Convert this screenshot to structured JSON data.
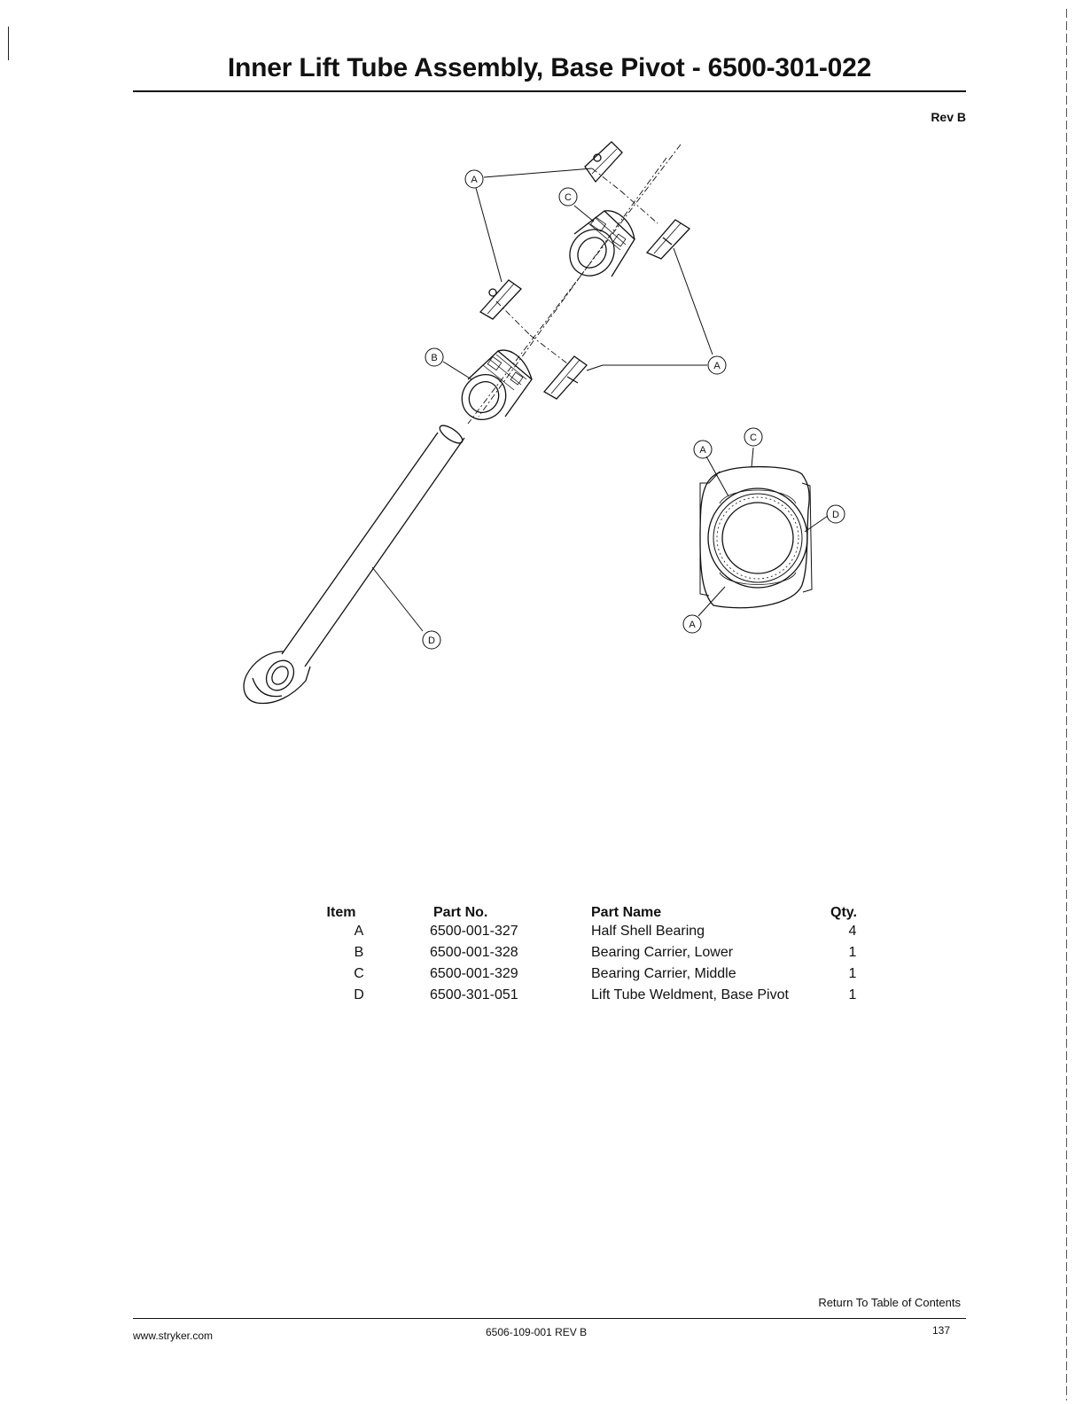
{
  "document": {
    "title": "Inner Lift Tube Assembly, Base Pivot - 6500-301-022",
    "revision": "Rev B"
  },
  "drawing": {
    "callouts": [
      "A",
      "B",
      "C",
      "D"
    ]
  },
  "parts_table": {
    "headers": {
      "item": "Item",
      "part_no": "Part No.",
      "part_name": "Part Name",
      "qty": "Qty."
    },
    "rows": [
      {
        "item": "A",
        "part_no": "6500-001-327",
        "part_name": "Half Shell Bearing",
        "qty": "4"
      },
      {
        "item": "B",
        "part_no": "6500-001-328",
        "part_name": "Bearing Carrier, Lower",
        "qty": "1"
      },
      {
        "item": "C",
        "part_no": "6500-001-329",
        "part_name": "Bearing Carrier, Middle",
        "qty": "1"
      },
      {
        "item": "D",
        "part_no": "6500-301-051",
        "part_name": "Lift Tube Weldment, Base Pivot",
        "qty": "1"
      }
    ]
  },
  "footer": {
    "toc_link": "Return To Table of Contents",
    "website": "www.stryker.com",
    "doc_number": "6506-109-001 REV B",
    "page_number": "137"
  }
}
